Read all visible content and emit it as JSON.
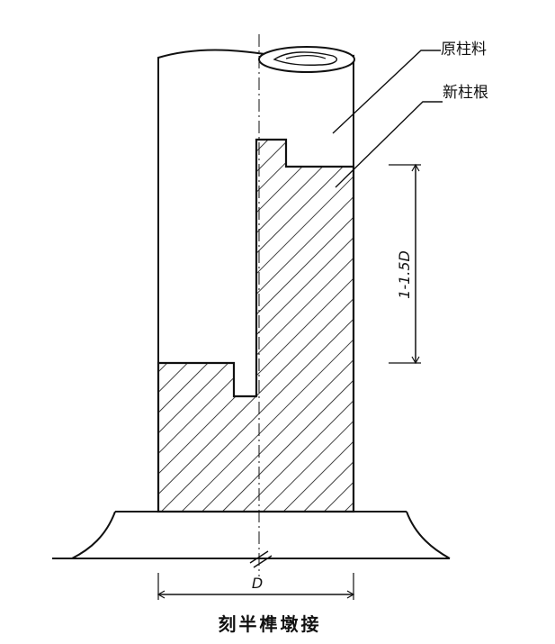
{
  "labels": {
    "original_column": "原柱料",
    "new_column_base": "新柱根",
    "splice_length": "1-1.5D",
    "diameter": "D"
  },
  "caption": "刻半榫墩接",
  "colors": {
    "ink": "#111111",
    "paper": "#ffffff"
  }
}
